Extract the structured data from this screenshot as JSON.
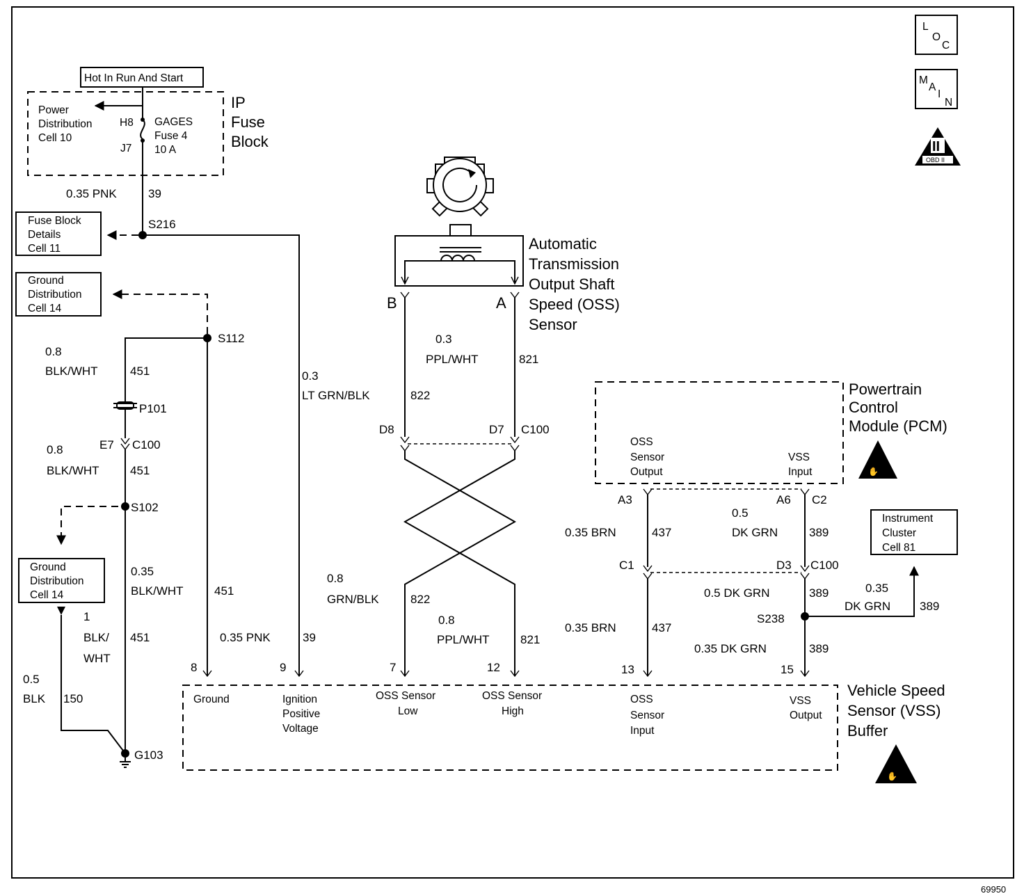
{
  "icons": {
    "loc": [
      "L",
      "O",
      "C"
    ],
    "main": [
      "M",
      "A",
      "I",
      "N"
    ],
    "obd": {
      "numeral": "II",
      "label": "OBD II"
    }
  },
  "power": {
    "hot_label": "Hot In Run And Start",
    "ip_fuse_block": [
      "IP",
      "Fuse",
      "Block"
    ],
    "power_dist": [
      "Power",
      "Distribution",
      "Cell 10"
    ],
    "h8": "H8",
    "j7": "J7",
    "fuse": [
      "GAGES",
      "Fuse 4",
      "10 A"
    ],
    "wire_39_top": "0.35 PNK",
    "wire_39_top_num": "39",
    "s216": "S216",
    "fuse_block_details": [
      "Fuse Block",
      "Details",
      "Cell 11"
    ]
  },
  "ground": {
    "gd_top": [
      "Ground",
      "Distribution",
      "Cell 14"
    ],
    "s112": "S112",
    "w451_a": [
      "0.8",
      "BLK/WHT"
    ],
    "w451_a_num": "451",
    "p101": "P101",
    "e7": "E7",
    "c100_left": "C100",
    "w451_b": [
      "0.8",
      "BLK/WHT"
    ],
    "w451_b_num": "451",
    "s102": "S102",
    "gd_bottom": [
      "Ground",
      "Distribution",
      "Cell 14"
    ],
    "w451_c": [
      "0.35",
      "BLK/WHT"
    ],
    "w451_c_num": "451",
    "w451_d": [
      "1",
      "BLK/",
      "WHT"
    ],
    "w451_d_num": "451",
    "w150": [
      "0.5",
      "BLK"
    ],
    "w150_num": "150",
    "g103": "G103"
  },
  "oss": {
    "title": [
      "Automatic",
      "Transmission",
      "Output Shaft",
      "Speed (OSS)",
      "Sensor"
    ],
    "pin_b": "B",
    "pin_a": "A",
    "w821_top": [
      "0.3",
      "PPL/WHT"
    ],
    "w821_top_num": "821",
    "w822_top": [
      "0.3",
      "LT GRN/BLK"
    ],
    "w822_top_num": "822",
    "d8": "D8",
    "d7": "D7",
    "c100": "C100",
    "w822_bottom": [
      "0.8",
      "GRN/BLK"
    ],
    "w822_bottom_num": "822",
    "w821_bottom": [
      "0.8",
      "PPL/WHT"
    ],
    "w821_bottom_num": "821",
    "w39_bottom": "0.35 PNK",
    "w39_bottom_num": "39"
  },
  "pcm": {
    "title": [
      "Powertrain",
      "Control",
      "Module (PCM)"
    ],
    "oss_out": [
      "OSS",
      "Sensor",
      "Output"
    ],
    "vss_in": [
      "VSS",
      "Input"
    ],
    "a3": "A3",
    "a6": "A6",
    "c2": "C2",
    "w437_top": "0.35 BRN",
    "w437_top_num": "437",
    "w389_top": [
      "0.5",
      "DK GRN"
    ],
    "w389_top_num": "389",
    "c1": "C1",
    "d3": "D3",
    "c100": "C100",
    "w389_mid": "0.5 DK GRN",
    "w389_mid_num": "389",
    "s238": "S238",
    "w437_bottom": "0.35 BRN",
    "w437_bottom_num": "437",
    "w389_bottom": "0.35 DK GRN",
    "w389_bottom_num": "389",
    "ic": [
      "Instrument",
      "Cluster",
      "Cell 81"
    ],
    "w389_ic": [
      "0.35",
      "DK GRN"
    ],
    "w389_ic_num": "389"
  },
  "vss_buffer": {
    "title": [
      "Vehicle Speed",
      "Sensor (VSS)",
      "Buffer"
    ],
    "pins": [
      "8",
      "9",
      "7",
      "12",
      "13",
      "15"
    ],
    "ground": "Ground",
    "ignition": [
      "Ignition",
      "Positive",
      "Voltage"
    ],
    "oss_low": [
      "OSS Sensor",
      "Low"
    ],
    "oss_high": [
      "OSS Sensor",
      "High"
    ],
    "oss_input": [
      "OSS",
      "Sensor",
      "Input"
    ],
    "vss_output": [
      "VSS",
      "Output"
    ]
  },
  "figure_number": "69950"
}
